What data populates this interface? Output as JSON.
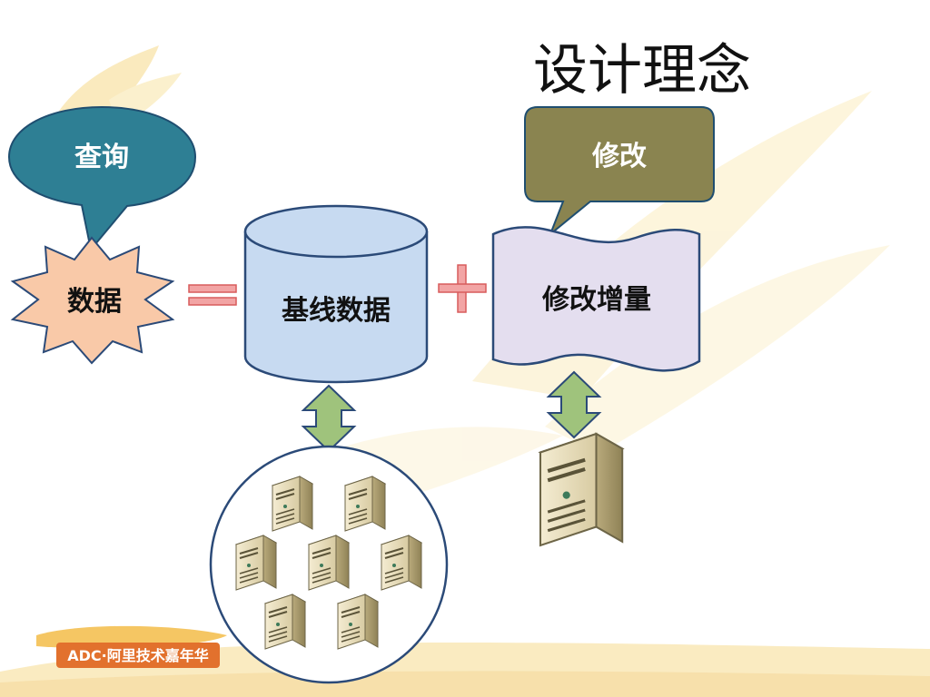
{
  "slide": {
    "title": "设计理念",
    "callout_query": "查询",
    "callout_modify": "修改",
    "data_label": "数据",
    "equals_sign": "=",
    "plus_sign": "+",
    "baseline_label": "基线数据",
    "increment_label": "修改增量",
    "logo_text": "ADC·阿里技术嘉年华"
  },
  "colors": {
    "query_callout": "#2e7f94",
    "modify_callout": "#8a8450",
    "data_burst": "#f9c9a8",
    "cylinder": "#c7daf1",
    "increment_doc": "#e4deef",
    "outline": "#2b4a78",
    "operator": "#f2a4a4",
    "arrow": "#9fc37c",
    "server": "#ece3c6"
  }
}
